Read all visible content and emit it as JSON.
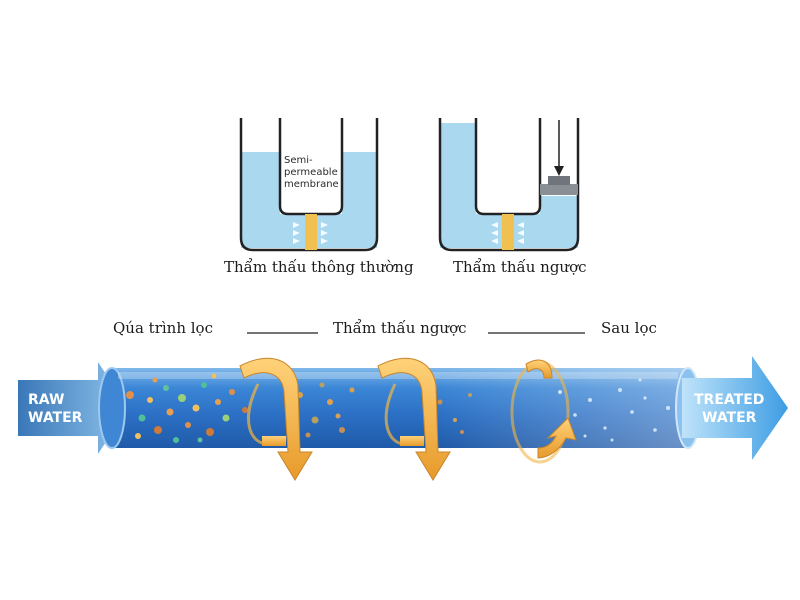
{
  "top": {
    "membrane_label": [
      "Semi-",
      "permeable",
      "membrane"
    ],
    "normal_osmosis_caption": "Thẩm thấu thông thường",
    "reverse_osmosis_caption": "Thẩm thấu ngược"
  },
  "bottom": {
    "stage_filtering": "Qúa trình lọc",
    "stage_reverse_osmosis": "Thẩm thấu ngược",
    "stage_after": "Sau lọc",
    "raw_water": [
      "RAW",
      "WATER"
    ],
    "treated_water": [
      "TREATED",
      "WATER"
    ]
  },
  "colors": {
    "water": "#a9d8ef",
    "membrane": "#f0c050",
    "pipe": "#2a78cf",
    "arrow": "#f2b544",
    "raw_arrow": "#4f8fc8",
    "treated_arrow": "#4ea9e6"
  }
}
